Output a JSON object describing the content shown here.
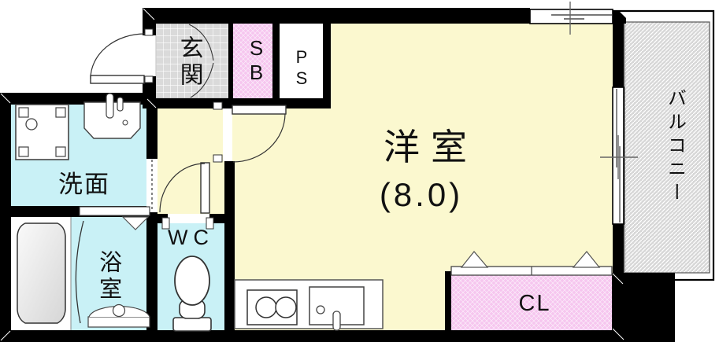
{
  "plan": {
    "entrance": "玄関",
    "shoe_box": "SB",
    "pipe_space": "PS",
    "western_room": "洋室",
    "western_room_size": "(8.0)",
    "balcony": "バルコニー",
    "washroom": "洗面",
    "bathroom": "浴室",
    "toilet": "WC",
    "closet": "CL"
  },
  "colors": {
    "wall": "#000000",
    "room_floor": "#FBF8CF",
    "wet_floor": "#C9F1F6",
    "storage_pink": "#F6C6EF",
    "entrance_tile": "#DADADA",
    "balcony_hatch_base": "#D7D7D7",
    "ps_floor": "#FFFFFF",
    "label_text": "#111111"
  }
}
